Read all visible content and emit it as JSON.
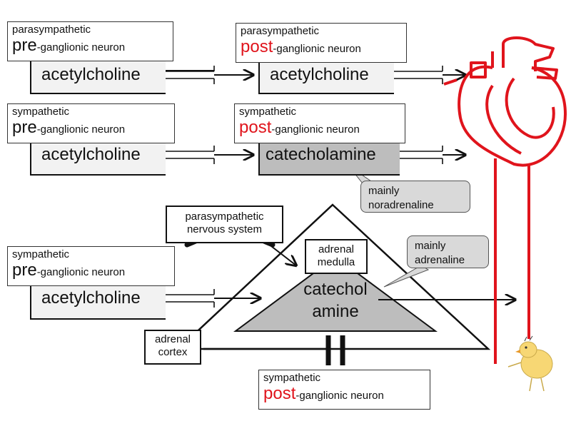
{
  "row1": {
    "pre_label": {
      "top": "parasympathetic",
      "big": "pre",
      "rest": "-ganglionic neuron"
    },
    "pre_nt": "acetylcholine",
    "post_label": {
      "top": "parasympathetic",
      "big": "post",
      "rest": "-ganglionic neuron"
    },
    "post_nt": "acetylcholine"
  },
  "row2": {
    "pre_label": {
      "top": "sympathetic",
      "big": "pre",
      "rest": "-ganglionic neuron"
    },
    "pre_nt": "acetylcholine",
    "post_label": {
      "top": "sympathetic",
      "big": "post",
      "rest": "-ganglionic neuron"
    },
    "post_nt": "catecholamine",
    "callout": [
      "mainly",
      "noradrenaline"
    ]
  },
  "row3": {
    "pre_label": {
      "top": "sympathetic",
      "big": "pre",
      "rest": "-ganglionic neuron"
    },
    "pre_nt": "acetylcholine",
    "crossed": [
      "parasympathetic",
      "nervous system"
    ],
    "medulla": [
      "adrenal",
      "medulla"
    ],
    "cortex": [
      "adrenal",
      "cortex"
    ],
    "inner": [
      "catechol",
      "amine"
    ],
    "callout": [
      "mainly",
      "adrenaline"
    ],
    "post_label": {
      "top": "sympathetic",
      "big": "post",
      "rest": "-ganglionic neuron"
    }
  },
  "colors": {
    "accent_red": "#e0141c",
    "fill_grey": "#bdbdbd",
    "fill_light": "#f2f2f2"
  }
}
